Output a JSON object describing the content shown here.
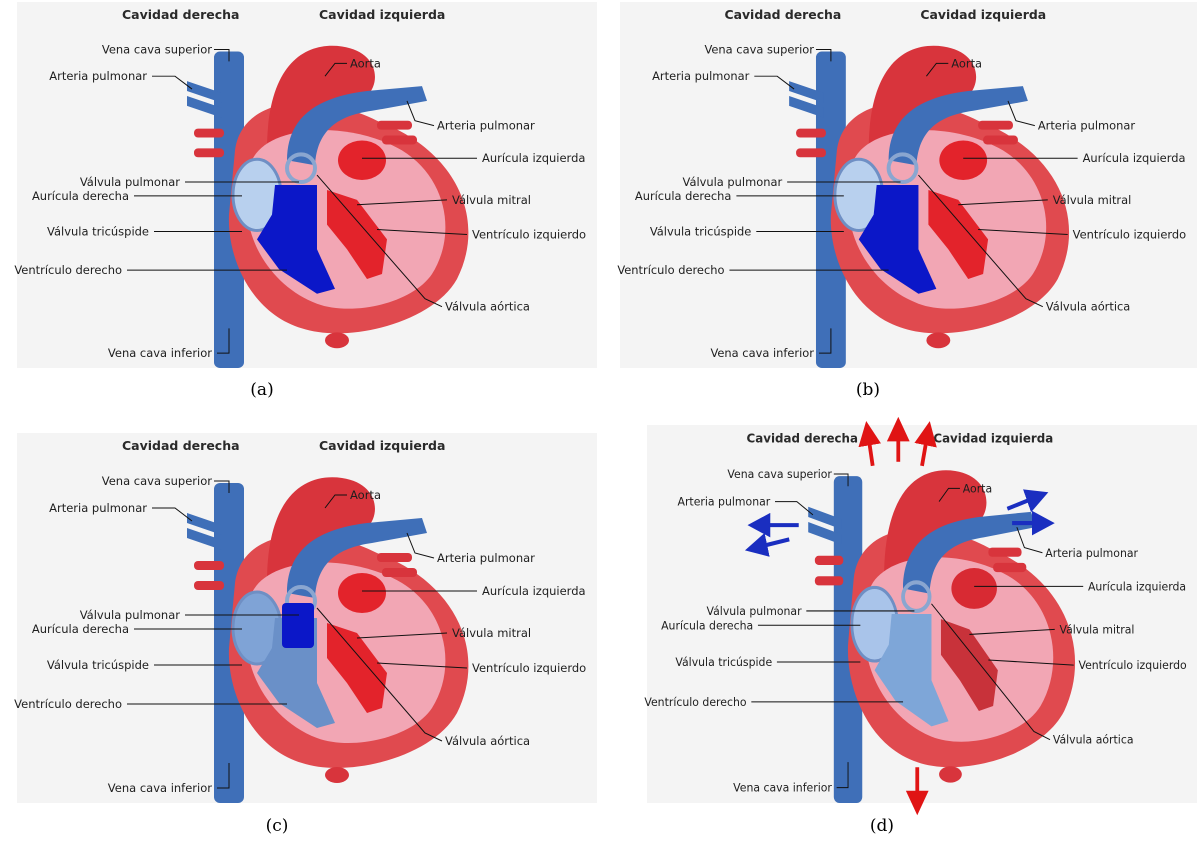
{
  "colors": {
    "oxygenated": "#e3232b",
    "deoxygenated": "#0b17c8",
    "vein": "#3f6fb8",
    "tissue": "#f2a6b4",
    "muscle": "#d8343c",
    "flow_arrow_red": "#e01414",
    "flow_arrow_blue": "#1a2ec0"
  },
  "panels": [
    {
      "caption": "(a)",
      "header_right": "Cavidad derecha",
      "header_left": "Cavidad izquierda",
      "labels": {
        "vcs": "Vena cava superior",
        "apl": "Arteria pulmonar",
        "aorta": "Aorta",
        "apr": "Arteria pulmonar",
        "aizq": "Aurícula izquierda",
        "vpul": "Válvula pulmonar",
        "ader": "Aurícula derecha",
        "vmit": "Válvula mitral",
        "vtri": "Válvula tricúspide",
        "vizq": "Ventrículo izquierdo",
        "vder": "Ventrículo derecho",
        "vaor": "Válvula aórtica",
        "vci": "Vena cava inferior"
      }
    },
    {
      "caption": "(b)",
      "header_right": "Cavidad derecha",
      "header_left": "Cavidad izquierda",
      "labels": {
        "vcs": "Vena cava superior",
        "apl": "Arteria pulmonar",
        "aorta": "Aorta",
        "apr": "Arteria pulmonar",
        "aizq": "Aurícula izquierda",
        "vpul": "Válvula pulmonar",
        "ader": "Aurícula derecha",
        "vmit": "Válvula mitral",
        "vtri": "Válvula tricúspide",
        "vizq": "Ventrículo izquierdo",
        "vder": "Ventrículo derecho",
        "vaor": "Válvula aórtica",
        "vci": "Vena cava inferior"
      }
    },
    {
      "caption": "(c)",
      "header_right": "Cavidad derecha",
      "header_left": "Cavidad izquierda",
      "labels": {
        "vcs": "Vena cava superior",
        "apl": "Arteria pulmonar",
        "aorta": "Aorta",
        "apr": "Arteria pulmonar",
        "aizq": "Aurícula izquierda",
        "vpul": "Válvula pulmonar",
        "ader": "Aurícula derecha",
        "vmit": "Válvula mitral",
        "vtri": "Válvula tricúspide",
        "vizq": "Ventrículo izquierdo",
        "vder": "Ventrículo derecho",
        "vaor": "Válvula aórtica",
        "vci": "Vena cava inferior"
      }
    },
    {
      "caption": "(d)",
      "header_right": "Cavidad derecha",
      "header_left": "Cavidad izquierda",
      "labels": {
        "vcs": "Vena cava superior",
        "apl": "Arteria pulmonar",
        "aorta": "Aorta",
        "apr": "Arteria pulmonar",
        "aizq": "Aurícula izquierda",
        "vpul": "Válvula pulmonar",
        "ader": "Aurícula derecha",
        "vmit": "Válvula mitral",
        "vtri": "Válvula tricúspide",
        "vizq": "Ventrículo izquierdo",
        "vder": "Ventrículo derecho",
        "vaor": "Válvula aórtica",
        "vci": "Vena cava inferior"
      }
    }
  ]
}
